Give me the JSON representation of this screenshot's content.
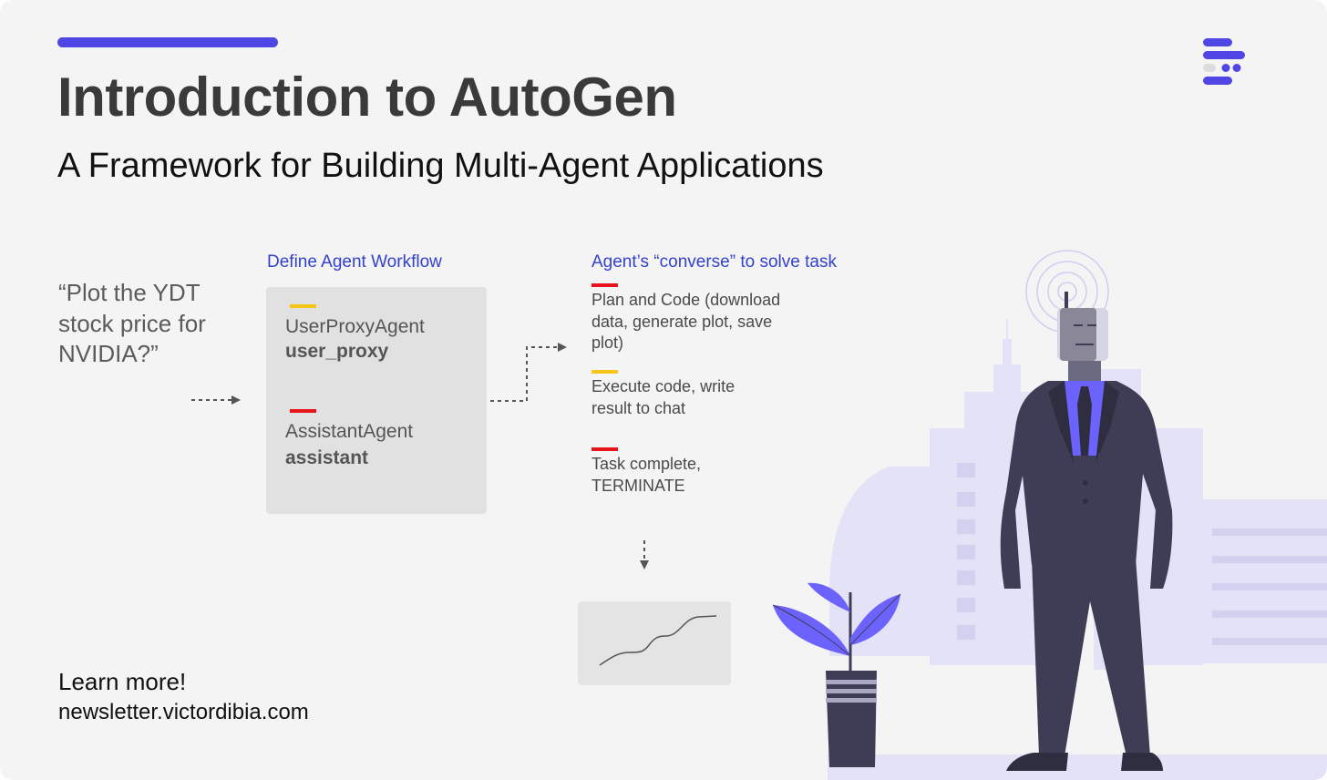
{
  "header": {
    "title": "Introduction to AutoGen",
    "subtitle": "A Framework for Building Multi-Agent Applications"
  },
  "prompt": {
    "text": "“Plot the YDT stock price for NVIDIA?”"
  },
  "workflow": {
    "label": "Define Agent Workflow",
    "agents": [
      {
        "role": "UserProxyAgent",
        "name": "user_proxy",
        "marker_color": "#f5c518"
      },
      {
        "role": "AssistantAgent",
        "name": "assistant",
        "marker_color": "#e8141c"
      }
    ]
  },
  "conversation": {
    "label": "Agent’s “converse” to solve task",
    "steps": [
      {
        "text": "Plan and Code (download data, generate plot, save plot)",
        "marker_color": "#e8141c"
      },
      {
        "text": "Execute code, write result to chat",
        "marker_color": "#f5c518"
      },
      {
        "text": "Task complete, TERMINATE",
        "marker_color": "#e8141c"
      }
    ]
  },
  "footer": {
    "learn_more": "Learn more!",
    "url": "newsletter.victordibia.com"
  },
  "colors": {
    "accent": "#4f46e5",
    "label_blue": "#3442c9",
    "suit": "#3f3d56",
    "illustration_purple": "#6c63ff",
    "skyline": "#e4e2f7"
  }
}
